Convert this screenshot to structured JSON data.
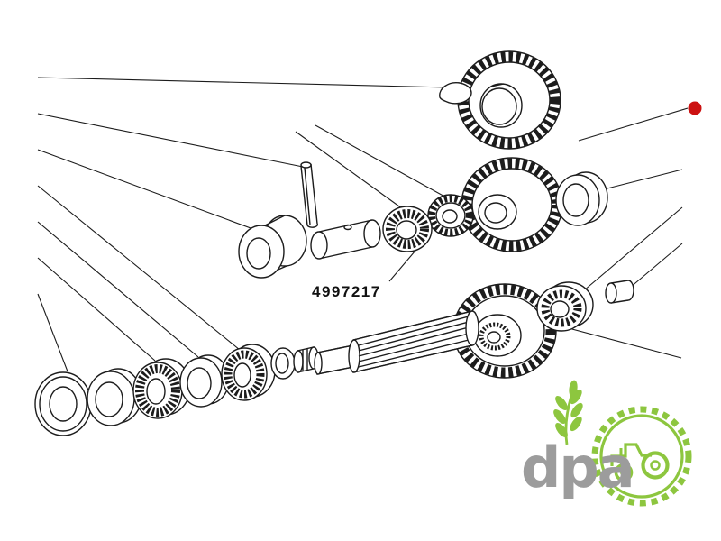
{
  "diagram": {
    "part_label": "4997217",
    "line_color": "#1c1c1c",
    "text_color": "#111111",
    "marker_color": "#cc1111",
    "parts": [
      "woodruff-key",
      "drive-gear",
      "roll-pin",
      "collar",
      "sleeve",
      "needle-bearing",
      "pinion-gear",
      "cluster-gear",
      "bearing-ring",
      "oil-seal",
      "washer",
      "roller-bearing",
      "spacer-ring",
      "taper-bearing",
      "spline-washer",
      "spline-stub",
      "main-shaft",
      "main-gear",
      "ball-bearing",
      "spacer-bushing"
    ]
  },
  "watermark": {
    "logo_text": "dpa",
    "green": "#8dc63f",
    "gray": "#9c9c9c"
  }
}
